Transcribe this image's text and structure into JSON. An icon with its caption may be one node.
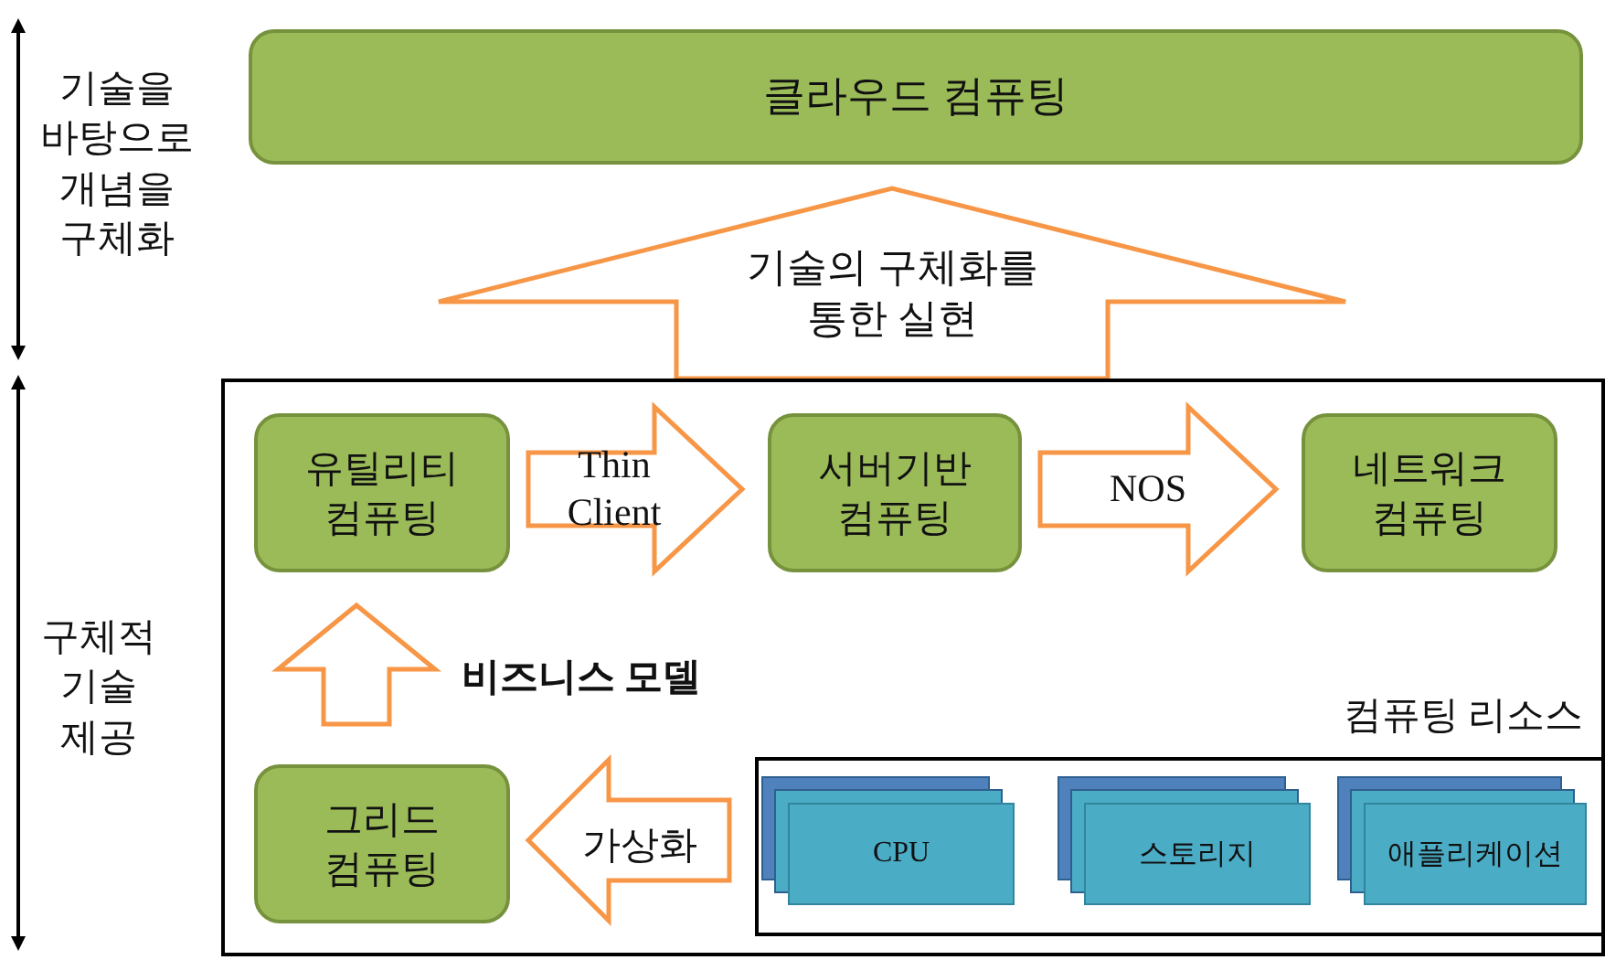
{
  "diagram": {
    "nodes": [
      {
        "text": [
          "클라우드 컴퓨팅"
        ]
      },
      {
        "text": [],
        "shape": "box"
      },
      {
        "text": [
          "유틸리티 컴퓨팅"
        ],
        "in": 1
      },
      {
        "text": [
          "서버기반 컴퓨팅"
        ],
        "in": 1
      },
      {
        "text": [
          "네트워크 컴퓨팅"
        ],
        "in": 1
      },
      {
        "text": [
          "그리드 컴퓨팅"
        ],
        "in": 1
      },
      {
        "text": [
          "컴퓨팅 리소스"
        ],
        "in": 1
      },
      {
        "text": [
          "CPU"
        ],
        "in": 6
      },
      {
        "text": [
          "스토리지"
        ],
        "in": 6
      },
      {
        "text": [
          "애플리케이션"
        ],
        "in": 6
      }
    ],
    "edges": [
      {
        "from": 1,
        "to": 0,
        "arrow": "to",
        "label": "기술의 구체화를 통한 실현"
      },
      {
        "from": 2,
        "to": 3,
        "arrow": "to",
        "label": "Thin Client"
      },
      {
        "from": 3,
        "to": 4,
        "arrow": "to",
        "label": "NOS"
      },
      {
        "from": 5,
        "to": 2,
        "arrow": "to",
        "label": "비즈니스 모델"
      },
      {
        "from": 6,
        "to": 5,
        "arrow": "to",
        "label": "가상화"
      }
    ],
    "labels": [
      "기술을 바탕으로 개념을 구체화",
      "구체적 기술 제공"
    ]
  }
}
